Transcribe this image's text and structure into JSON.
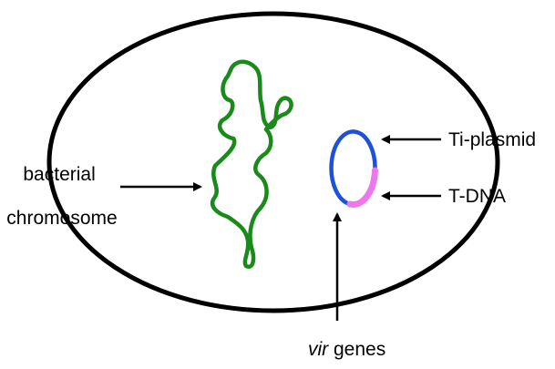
{
  "labels": {
    "bacterial_line1": "bacterial",
    "bacterial_line2": "chromosome",
    "ti_plasmid": "Ti-plasmid",
    "t_dna": "T-DNA",
    "vir_italic": "vir",
    "vir_rest": " genes"
  },
  "colors": {
    "cell_outline": "#000000",
    "chromosome": "#1a8a1a",
    "plasmid": "#1e50d8",
    "t_dna": "#ee77ee",
    "arrows": "#000000",
    "background": "#ffffff"
  }
}
